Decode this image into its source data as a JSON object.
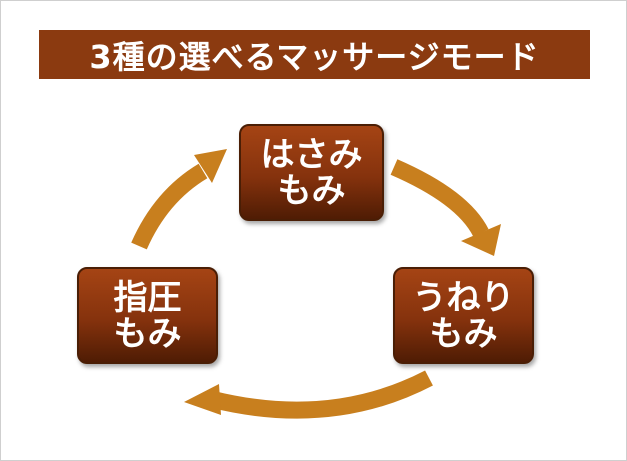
{
  "title": "3種の選べるマッサージモード",
  "colors": {
    "banner": "#8b3a10",
    "arrow": "#c87f1e",
    "box_top": "#a54414",
    "box_bottom": "#4f1c04",
    "text": "#ffffff"
  },
  "modes": [
    {
      "label": "はさみ\nもみ"
    },
    {
      "label": "うねり\nもみ"
    },
    {
      "label": "指圧\nもみ"
    }
  ]
}
